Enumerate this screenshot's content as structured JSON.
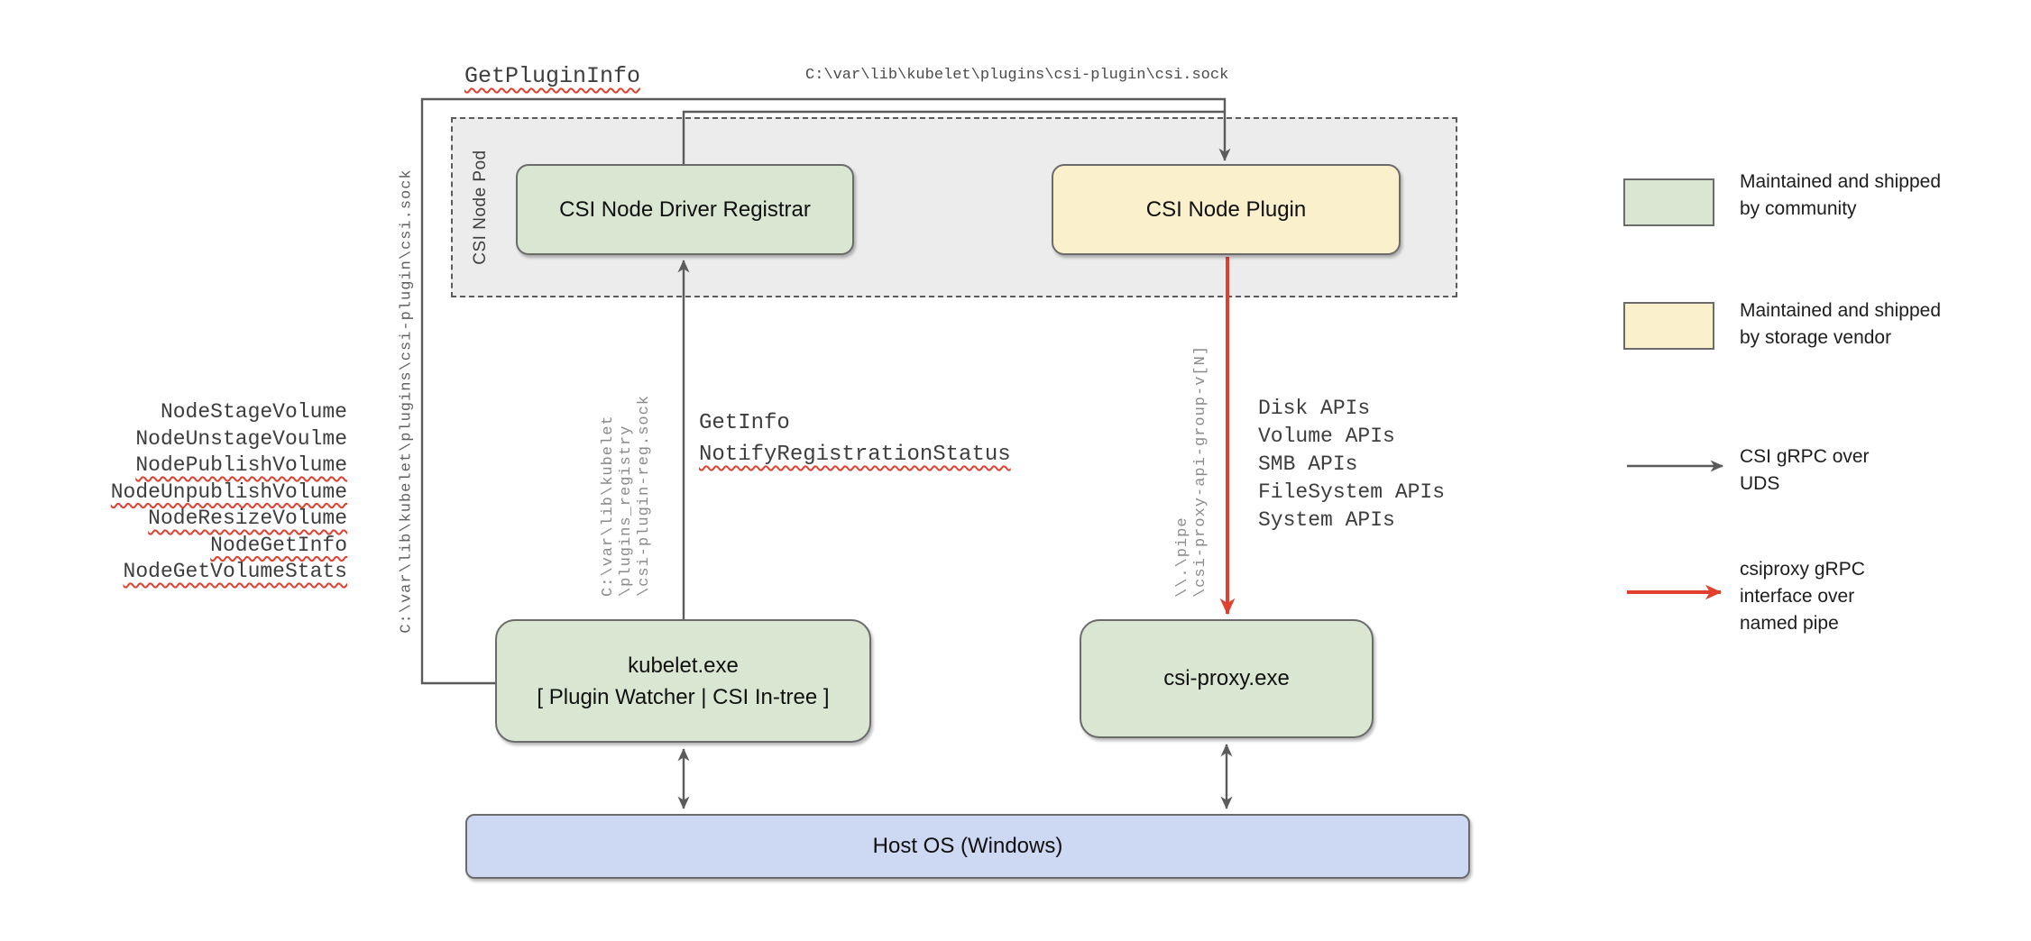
{
  "nodes": {
    "pod_label": "CSI Node Pod",
    "registrar": "CSI Node Driver Registrar",
    "plugin": "CSI Node Plugin",
    "kubelet": {
      "line1": "kubelet.exe",
      "line2": "[ Plugin Watcher | CSI In-tree ]"
    },
    "csi_proxy": "csi-proxy.exe",
    "host_os": "Host OS (Windows)"
  },
  "paths": {
    "csi_sock_top": "C:\\var\\lib\\kubelet\\plugins\\csi-plugin\\csi.sock",
    "csi_sock_left": "C:\\var\\lib\\kubelet\\plugins\\csi-plugin\\csi.sock",
    "registry_sock_lines": [
      "C:\\var\\lib\\kubelet",
      "\\plugins_registry",
      "\\csi-plugin-reg.sock"
    ],
    "named_pipe_lines": [
      "\\\\.\\pipe",
      "\\csi-proxy-api-group-v[N]"
    ]
  },
  "calls": {
    "get_plugin_info": "GetPluginInfo",
    "kubelet_node_calls": [
      {
        "text": "NodeStageVolume",
        "underlined": false
      },
      {
        "text": "NodeUnstageVoulme",
        "underlined": false
      },
      {
        "text": "NodePublishVolume",
        "underlined": true
      },
      {
        "text": "NodeUnpublishVolume",
        "underlined": true
      },
      {
        "text": "NodeResizeVolume",
        "underlined": true
      },
      {
        "text": "NodeGetInfo",
        "underlined": true
      },
      {
        "text": "NodeGetVolumeStats",
        "underlined": true
      }
    ],
    "registration_calls": [
      {
        "text": "GetInfo",
        "underlined": false
      },
      {
        "text": "NotifyRegistrationStatus",
        "underlined": true
      }
    ],
    "proxy_api_groups": [
      "Disk APIs",
      "Volume APIs",
      "SMB APIs",
      "FileSystem APIs",
      "System APIs"
    ]
  },
  "legend": {
    "community": {
      "line1": "Maintained and shipped",
      "line2": "by community",
      "swatch_color": "#d9e7d2"
    },
    "vendor": {
      "line1": "Maintained and shipped",
      "line2": "by storage vendor",
      "swatch_color": "#fbf0cc"
    },
    "uds": {
      "line1": "CSI gRPC over",
      "line2": "UDS",
      "arrow_color": "#5b5b5b"
    },
    "named_pipe": {
      "line1": "csiproxy gRPC",
      "line2": "interface over",
      "line3": "named pipe",
      "arrow_color": "#e0402f"
    }
  },
  "colors": {
    "community_green": "#d9e7d2",
    "vendor_yellow": "#fbf0cc",
    "host_blue": "#cdd9f2",
    "pod_fill": "#ececec",
    "line_gray": "#5b5b5b",
    "grpc_red": "#e0402f",
    "misspell_underline_red": "#e0402f"
  }
}
